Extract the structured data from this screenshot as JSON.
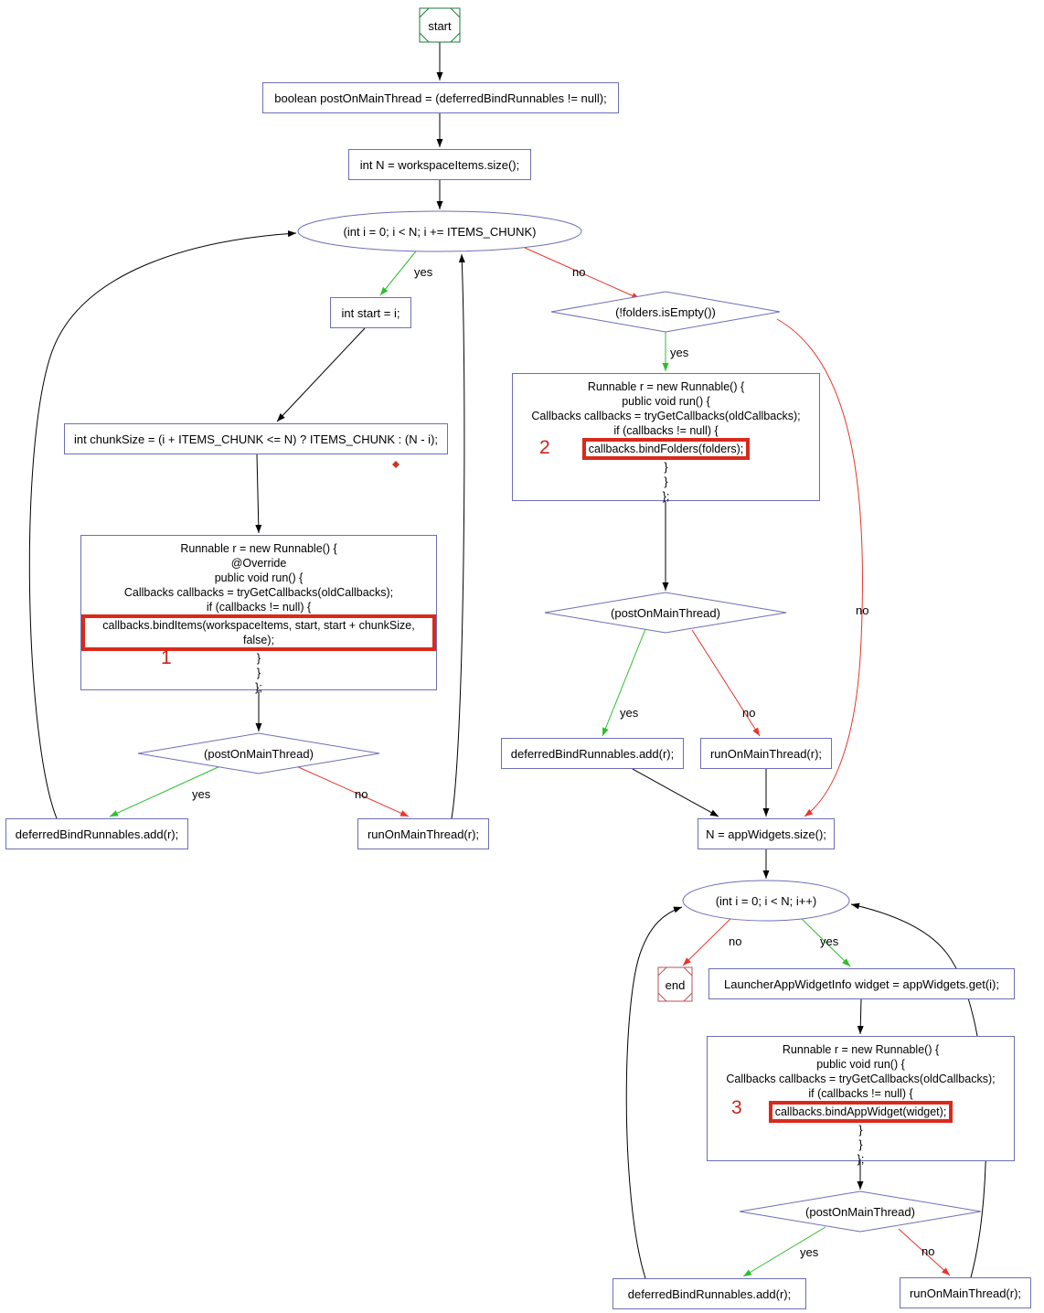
{
  "edge_labels": {
    "yes": "yes",
    "no": "no"
  },
  "markers": {
    "one": "1",
    "two": "2",
    "three": "3"
  },
  "nodes": {
    "start": "start",
    "init_post": "boolean postOnMainThread = (deferredBindRunnables != null);",
    "init_n": "int N = workspaceItems.size();",
    "loop_items": "(int i = 0; i < N; i += ITEMS_CHUNK)",
    "start_i": "int start = i;",
    "chunk_size": "int chunkSize = (i + ITEMS_CHUNK <= N) ? ITEMS_CHUNK : (N - i);",
    "post_check_1": "(postOnMainThread)",
    "deferred_1": "deferredBindRunnables.add(r);",
    "run_main_1": "runOnMainThread(r);",
    "folders_check": "(!folders.isEmpty())",
    "post_check_2": "(postOnMainThread)",
    "deferred_2": "deferredBindRunnables.add(r);",
    "run_main_2": "runOnMainThread(r);",
    "init_widgets": "N = appWidgets.size();",
    "loop_widgets": "(int i = 0; i < N; i++)",
    "end": "end",
    "get_widget": "LauncherAppWidgetInfo widget = appWidgets.get(i);",
    "post_check_3": "(postOnMainThread)",
    "deferred_3": "deferredBindRunnables.add(r);",
    "run_main_3": "runOnMainThread(r);",
    "bind_items": {
      "lines": [
        "Runnable r = new Runnable() {",
        "@Override",
        "public void run() {",
        "Callbacks callbacks = tryGetCallbacks(oldCallbacks);",
        "if (callbacks != null) {"
      ],
      "highlight": "callbacks.bindItems(workspaceItems, start, start + chunkSize, false);",
      "close": [
        "}",
        "}",
        "};"
      ]
    },
    "bind_folders": {
      "lines": [
        "Runnable r = new Runnable() {",
        "public void run() {",
        "Callbacks callbacks = tryGetCallbacks(oldCallbacks);",
        "if (callbacks != null) {"
      ],
      "highlight": "callbacks.bindFolders(folders);",
      "close": [
        "}",
        "}",
        "};"
      ]
    },
    "bind_widget": {
      "lines": [
        "Runnable r = new Runnable() {",
        "public void run() {",
        "Callbacks callbacks = tryGetCallbacks(oldCallbacks);",
        "if (callbacks != null) {"
      ],
      "highlight": "callbacks.bindAppWidget(widget);",
      "close": [
        "}",
        "}",
        "};"
      ]
    }
  },
  "colors": {
    "node_border": "#6e6eb8",
    "edge": "#000000",
    "yes_edge": "#2fbe2f",
    "no_edge": "#e8342c",
    "highlight": "#da291b",
    "start_border": "#1f7a3d",
    "end_border": "#b25757"
  }
}
